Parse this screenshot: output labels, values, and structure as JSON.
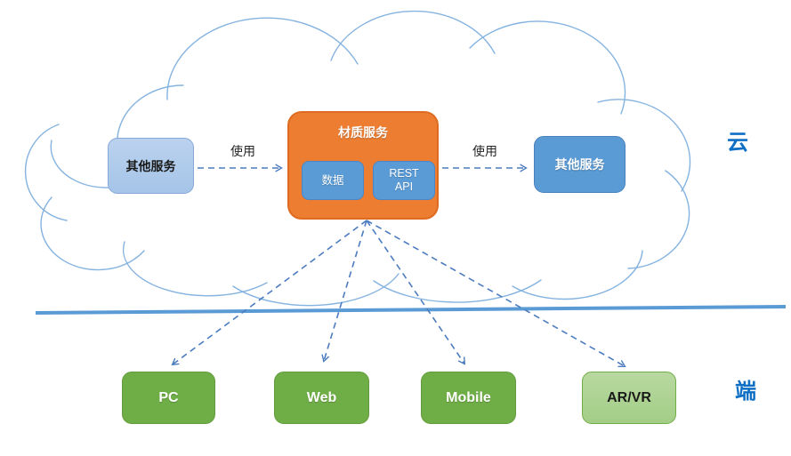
{
  "diagram": {
    "zone_labels": {
      "cloud": "云",
      "client": "端"
    },
    "nodes": {
      "left_service": {
        "label": "其他服务"
      },
      "material_service": {
        "title": "材质服务",
        "data_box": "数据",
        "rest_api_box": "REST API"
      },
      "right_service": {
        "label": "其他服务"
      },
      "clients": [
        {
          "label": "PC"
        },
        {
          "label": "Web"
        },
        {
          "label": "Mobile"
        },
        {
          "label": "AR/VR"
        }
      ]
    },
    "edges": {
      "use_left": "使用",
      "use_right": "使用"
    },
    "colors": {
      "cloud_stroke": "#85B3E0",
      "divider": "#5B9BD5",
      "arrow": "#4C7CBF",
      "material_orange": "#ED7D31",
      "service_blue": "#5B9BD5",
      "service_light_blue": "#AECBEC",
      "client_green": "#6FAD47",
      "client_light_green": "#A9D18E",
      "zone_label_blue": "#0F6FC5"
    }
  }
}
